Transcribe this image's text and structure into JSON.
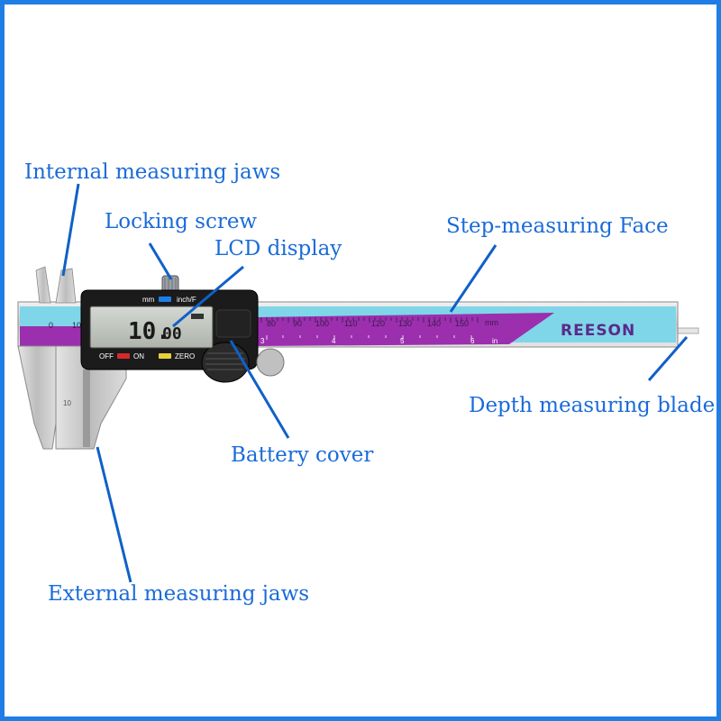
{
  "labels": {
    "internal_jaws": "Internal measuring jaws",
    "locking_screw": "Locking screw",
    "lcd_display": "LCD display",
    "step_face": "Step-measuring Face",
    "depth_blade": "Depth measuring blade",
    "battery_cover": "Battery cover",
    "external_jaws": "External measuring jaws"
  },
  "caliper": {
    "brand": "REESON",
    "display_reading_main": "10.",
    "display_reading_decimal": "00",
    "button_units": "inch/F",
    "button_mm": "mm",
    "button_off": "OFF",
    "button_on": "ON",
    "button_zero": "ZERO",
    "scale_mm_labels": [
      "80",
      "90",
      "100",
      "110",
      "120",
      "130",
      "140",
      "150",
      "mm"
    ],
    "scale_start_labels": [
      "0",
      "10"
    ],
    "scale_in_labels": [
      "3",
      "4",
      "5",
      "6",
      "in"
    ],
    "jaw_stamp": "10"
  },
  "colors": {
    "label_text": "#1a6bd9",
    "leader_line": "#1060c8",
    "frame_border": "#1e7ee6",
    "scale_cyan": "#7fd6e8",
    "scale_purple": "#9b2fae"
  }
}
